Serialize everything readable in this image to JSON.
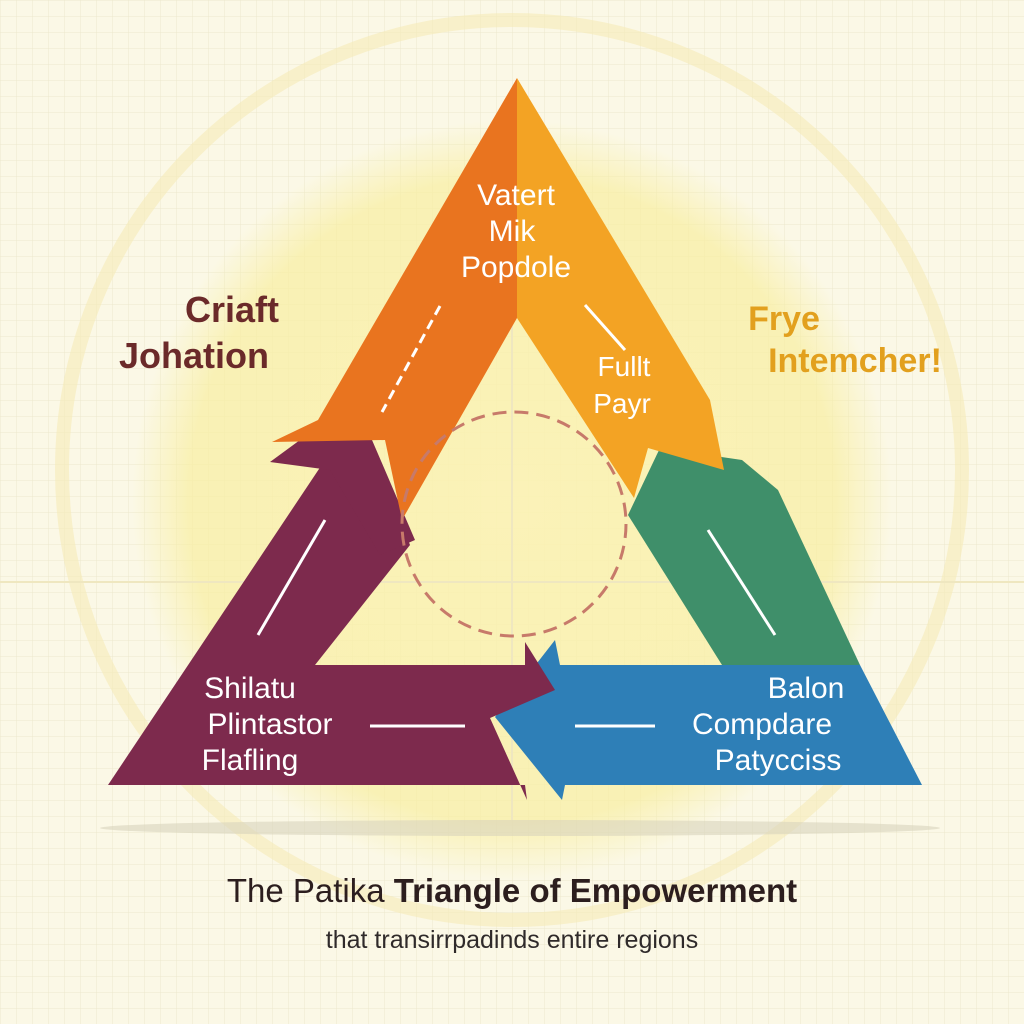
{
  "colors": {
    "top_arrow_left": "#e9741f",
    "top_arrow_right": "#f3a324",
    "left_arrow": "#7d2a4d",
    "right_arrow": "#3f8f6a",
    "bottom_arrow": "#2e7fb7",
    "left_label": "#6b2a2a",
    "right_label": "#e2a01e",
    "dashed_circle": "#c77a6a",
    "background": "#fbf8e6"
  },
  "diagram": {
    "top_label": [
      "Vatert",
      "Mik",
      "Popdole"
    ],
    "top_right_inner": [
      "Fullt",
      "Payr"
    ],
    "left_label": [
      "Criaft",
      "Johation"
    ],
    "right_label": [
      "Frye",
      "Intemcher!"
    ],
    "bottom_left_label": [
      "Shilatu",
      "Plintastor",
      "Flafling"
    ],
    "bottom_right_label": [
      "Balon",
      "Compdare",
      "Patycciss"
    ]
  },
  "caption": {
    "title_prefix": "The Patika ",
    "title_bold": "Triangle of Empowerment",
    "subtitle": "that transirrpadinds entire regions"
  }
}
